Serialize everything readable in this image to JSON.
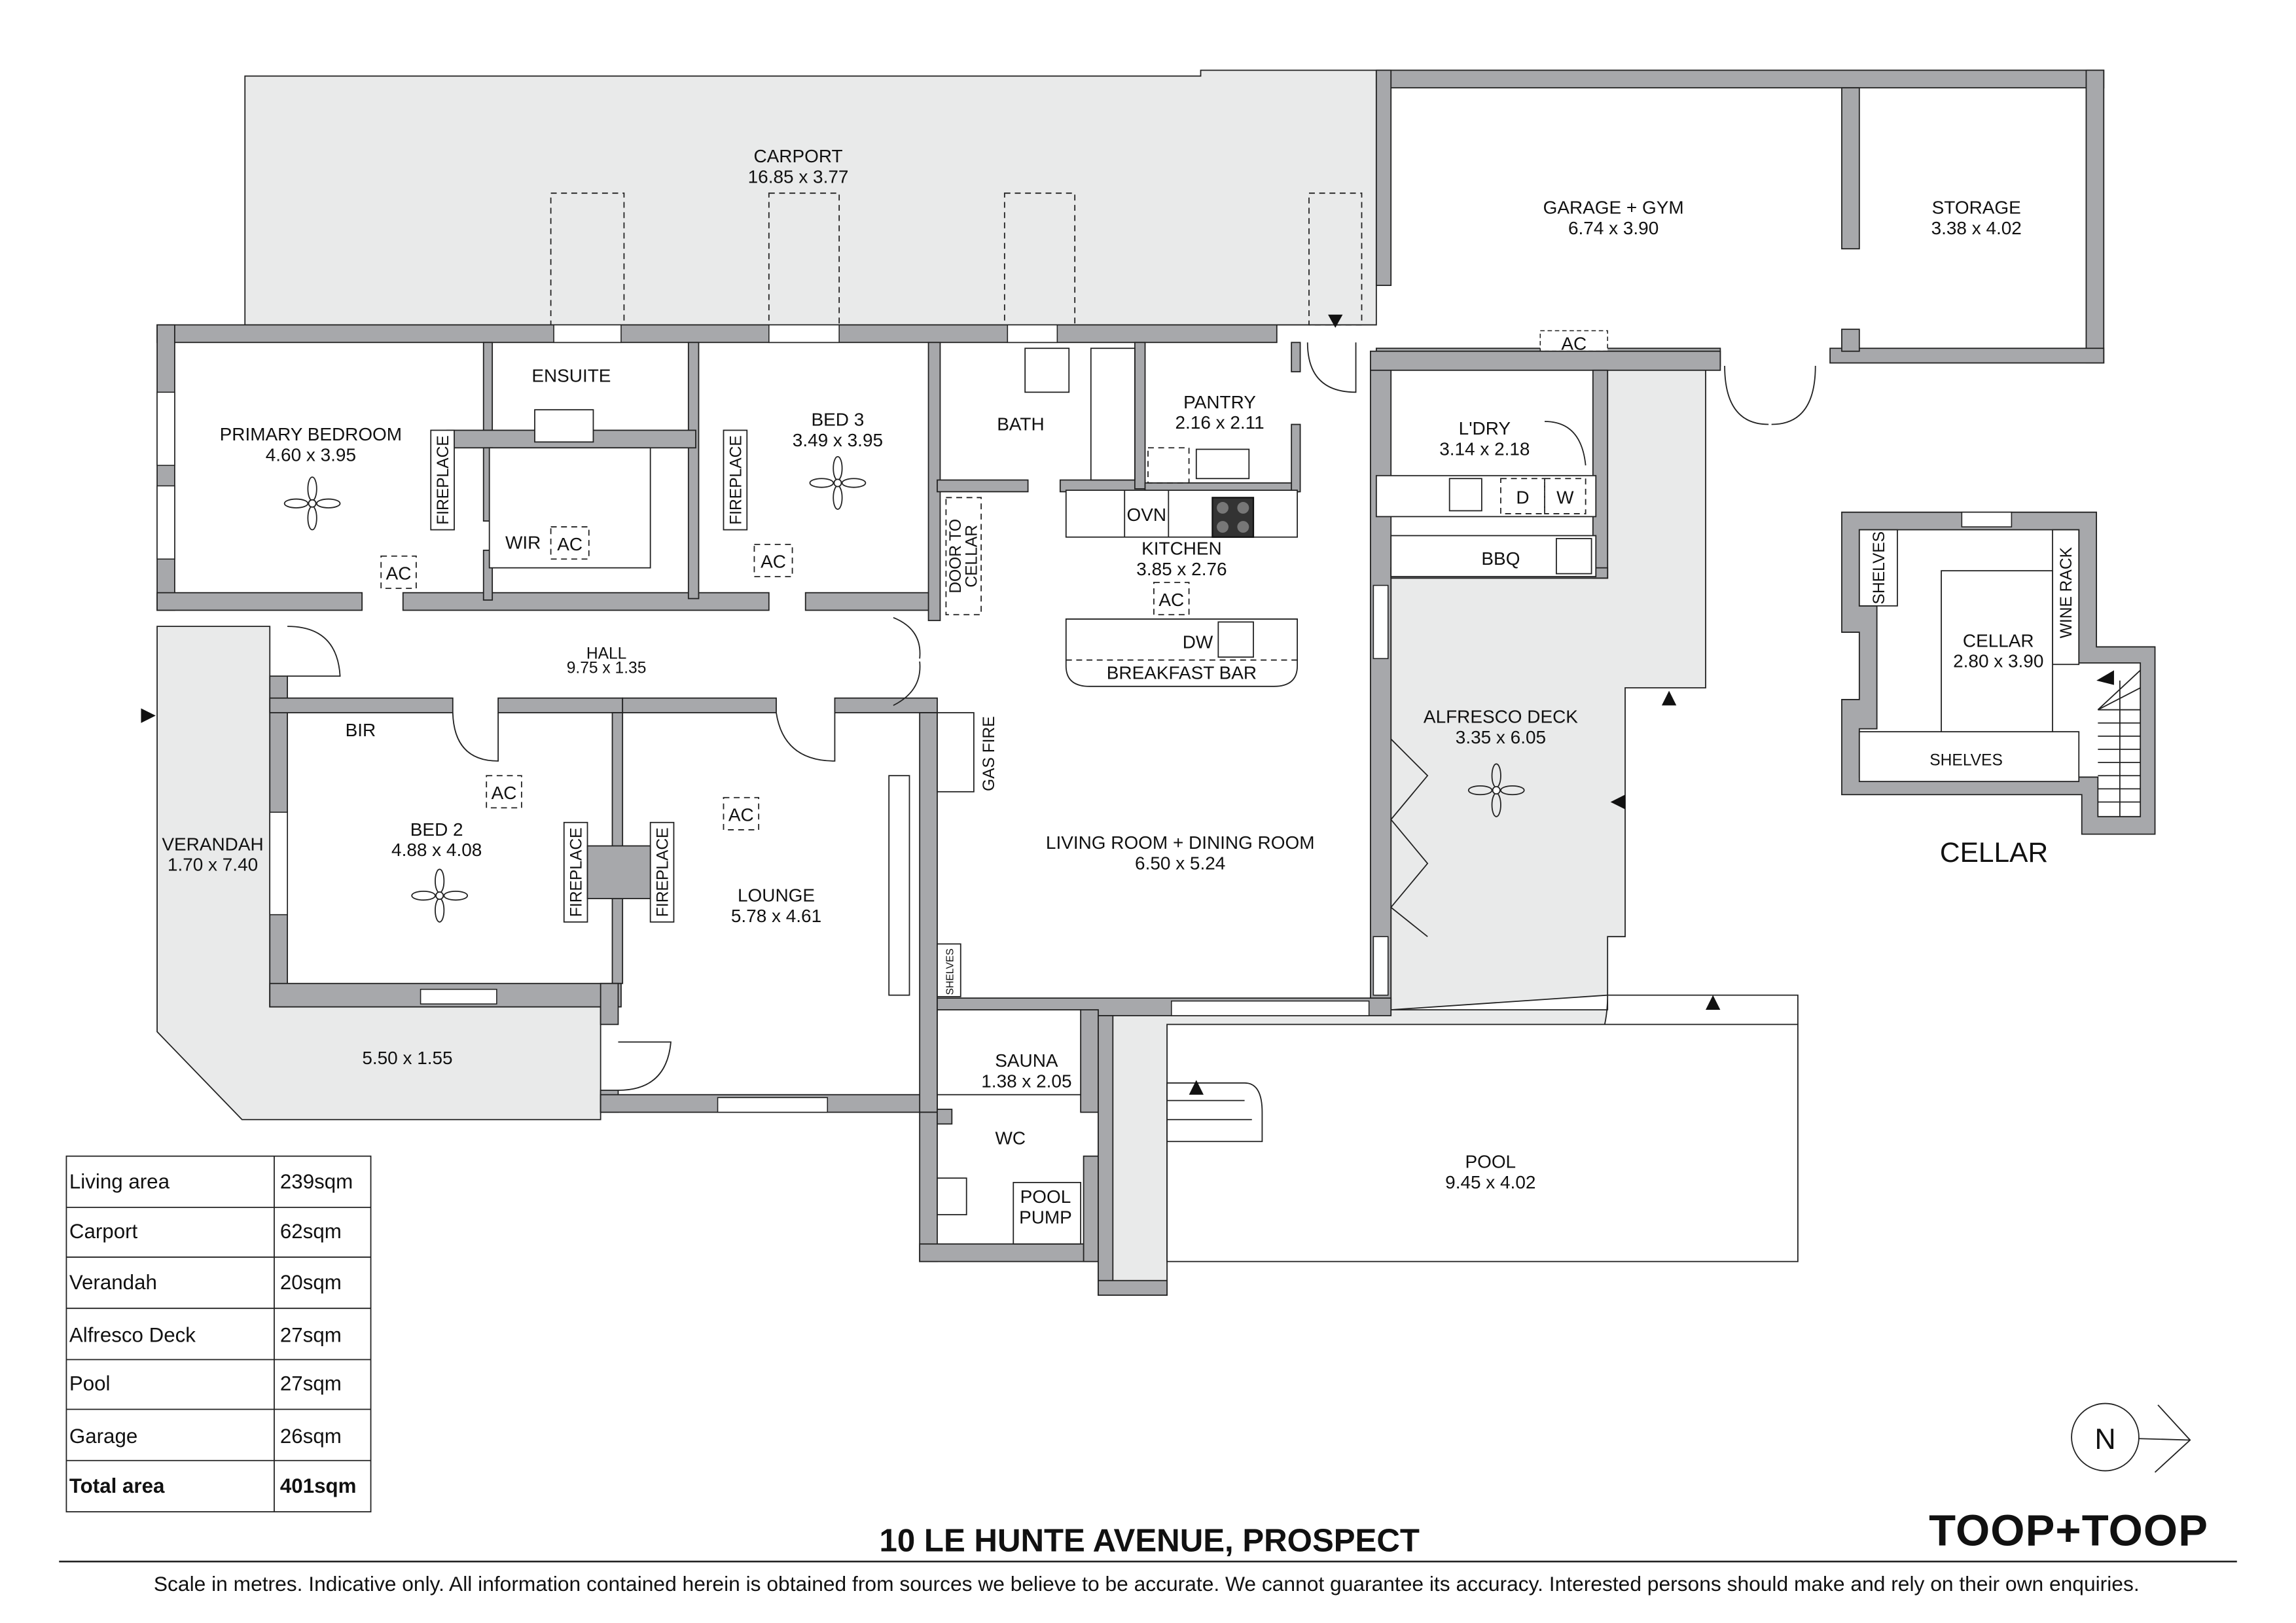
{
  "rooms": {
    "carport": {
      "name": "CARPORT",
      "dims": "16.85 x 3.77"
    },
    "garage": {
      "name": "GARAGE + GYM",
      "dims": "6.74 x 3.90"
    },
    "storage": {
      "name": "STORAGE",
      "dims": "3.38 x 4.02"
    },
    "ensuite": {
      "name": "ENSUITE"
    },
    "primary_bedroom": {
      "name": "PRIMARY BEDROOM",
      "dims": "4.60 x 3.95"
    },
    "bed3": {
      "name": "BED 3",
      "dims": "3.49 x 3.95"
    },
    "bath": {
      "name": "BATH"
    },
    "pantry": {
      "name": "PANTRY",
      "dims": "2.16 x 2.11"
    },
    "laundry": {
      "name": "L'DRY",
      "dims": "3.14 x 2.18"
    },
    "kitchen": {
      "name": "KITCHEN",
      "dims": "3.85 x 2.76"
    },
    "wir": {
      "name": "WIR"
    },
    "hall": {
      "name": "HALL",
      "dims": "9.75 x 1.35"
    },
    "alfresco": {
      "name": "ALFRESCO DECK",
      "dims": "3.35 x 6.05"
    },
    "bed2": {
      "name": "BED 2",
      "dims": "4.88 x 4.08"
    },
    "lounge": {
      "name": "LOUNGE",
      "dims": "5.78 x 4.61"
    },
    "living": {
      "name": "LIVING ROOM + DINING ROOM",
      "dims": "6.50 x 5.24"
    },
    "verandah": {
      "name": "VERANDAH",
      "dims": "1.70 x 7.40"
    },
    "porch": {
      "dims": "5.50 x 1.55"
    },
    "sauna": {
      "name": "SAUNA",
      "dims": "1.38 x 2.05"
    },
    "wc": {
      "name": "WC"
    },
    "pool_pump": {
      "line1": "POOL",
      "line2": "PUMP"
    },
    "pool": {
      "name": "POOL",
      "dims": "9.45 x 4.02"
    },
    "cellar_room": {
      "name": "CELLAR",
      "dims": "2.80 x 3.90"
    }
  },
  "fixtures": {
    "ac": "AC",
    "fireplace": "FIREPLACE",
    "ovn": "OVN",
    "dw": "DW",
    "dryer": "D",
    "washer": "W",
    "bbq": "BBQ",
    "bir": "BIR",
    "shelves": "SHELVES",
    "wine_rack": "WINE RACK",
    "gas_fire": "GAS FIRE",
    "door_to_cellar_1": "DOOR TO",
    "door_to_cellar_2": "CELLAR",
    "breakfast_bar": "BREAKFAST BAR"
  },
  "cellar_plan_title": "CELLAR",
  "area_table": [
    {
      "label": "Living area",
      "value": "239sqm"
    },
    {
      "label": "Carport",
      "value": "62sqm"
    },
    {
      "label": "Verandah",
      "value": "20sqm"
    },
    {
      "label": "Alfresco Deck",
      "value": "27sqm"
    },
    {
      "label": "Pool",
      "value": "27sqm"
    },
    {
      "label": "Garage",
      "value": "26sqm"
    },
    {
      "label": "Total area",
      "value": "401sqm"
    }
  ],
  "address": "10 LE HUNTE AVENUE, PROSPECT",
  "disclaimer": "Scale in metres. Indicative only. All information contained herein is obtained from sources we believe to be accurate. We cannot guarantee its accuracy. Interested persons should make and rely on their own enquiries.",
  "logo": "TOOP+TOOP",
  "north": "N",
  "colors": {
    "wall": "#a7a8ab",
    "outdoor": "#e9eaea",
    "ink": "#111111"
  }
}
